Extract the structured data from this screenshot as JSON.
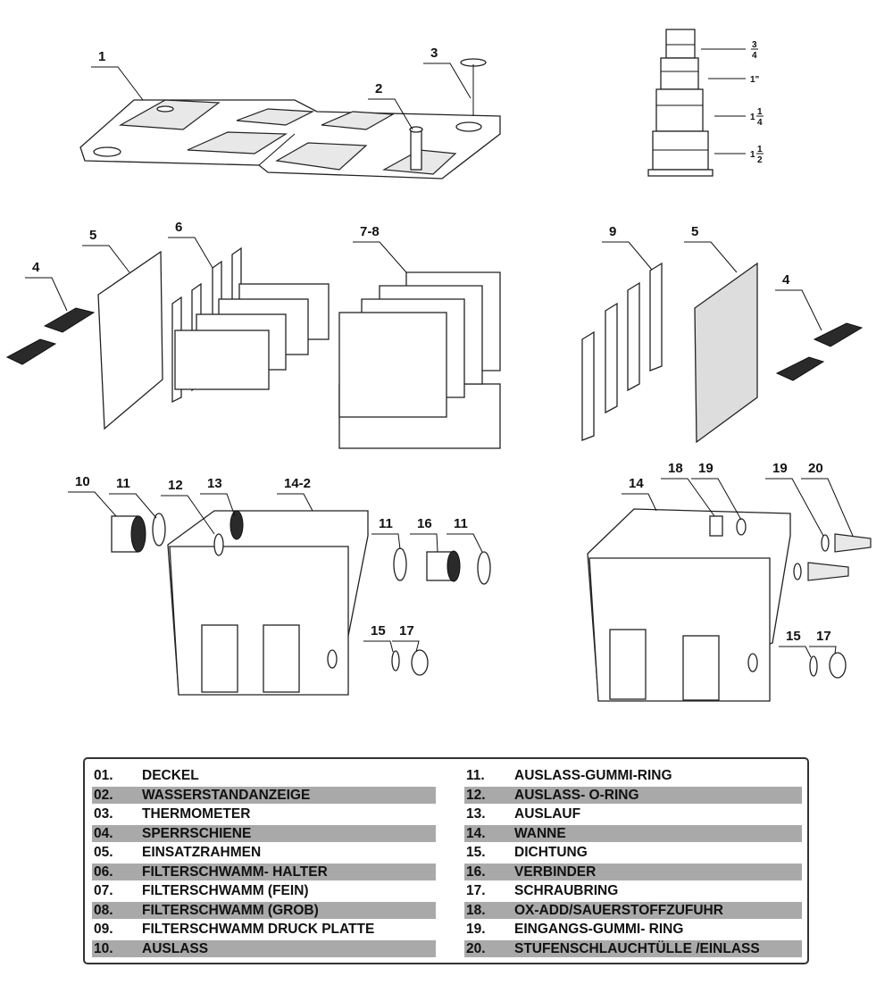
{
  "callouts": [
    "1",
    "2",
    "3",
    "4",
    "5",
    "6",
    "7-8",
    "9",
    "5",
    "4",
    "10",
    "11",
    "12",
    "13",
    "14-2",
    "11",
    "16",
    "11",
    "15",
    "17",
    "14",
    "18",
    "19",
    "19",
    "20",
    "15",
    "17"
  ],
  "fitting_sizes": [
    {
      "whole": "",
      "num": "3",
      "den": "4"
    },
    {
      "whole": "1\"",
      "num": "",
      "den": ""
    },
    {
      "whole": "1",
      "num": "1",
      "den": "4"
    },
    {
      "whole": "1",
      "num": "1",
      "den": "2"
    }
  ],
  "legend": {
    "left": [
      {
        "num": "01.",
        "name": "DECKEL"
      },
      {
        "num": "02.",
        "name": "WASSERSTANDANZEIGE"
      },
      {
        "num": "03.",
        "name": "THERMOMETER"
      },
      {
        "num": "04.",
        "name": "SPERRSCHIENE"
      },
      {
        "num": "05.",
        "name": "EINSATZRAHMEN"
      },
      {
        "num": "06.",
        "name": "FILTERSCHWAMM- HALTER"
      },
      {
        "num": "07.",
        "name": "FILTERSCHWAMM (FEIN)"
      },
      {
        "num": "08.",
        "name": "FILTERSCHWAMM (GROB)"
      },
      {
        "num": "09.",
        "name": "FILTERSCHWAMM DRUCK PLATTE"
      },
      {
        "num": "10.",
        "name": "AUSLASS"
      }
    ],
    "right": [
      {
        "num": "11.",
        "name": "AUSLASS-GUMMI-RING"
      },
      {
        "num": "12.",
        "name": "AUSLASS- O-RING"
      },
      {
        "num": "13.",
        "name": "AUSLAUF"
      },
      {
        "num": "14.",
        "name": "WANNE"
      },
      {
        "num": "15.",
        "name": "DICHTUNG"
      },
      {
        "num": "16.",
        "name": "VERBINDER"
      },
      {
        "num": "17.",
        "name": "SCHRAUBRING"
      },
      {
        "num": "18.",
        "name": "OX-ADD/SAUERSTOFFZUFUHR"
      },
      {
        "num": "19.",
        "name": "EINGANGS-GUMMI- RING"
      },
      {
        "num": "20.",
        "name": "STUFENSCHLAUCHTÜLLE /EINLASS"
      }
    ]
  },
  "colors": {
    "stripe": "#a9a9a9",
    "ink": "#111111"
  }
}
